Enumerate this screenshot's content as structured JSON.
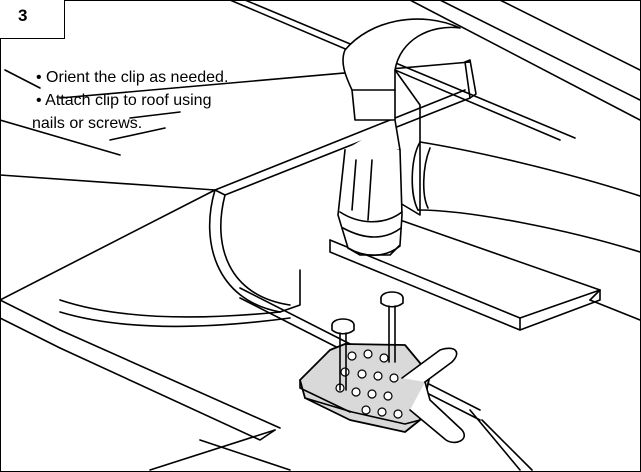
{
  "step": {
    "number": "3"
  },
  "instructions": {
    "line1": "• Orient the clip as needed.",
    "line2": "• Attach clip to roof using",
    "line3": "nails or screws."
  },
  "illustration": {
    "subjects": [
      "roof-panels",
      "gutter",
      "hammer",
      "board",
      "gutter-clip",
      "nails"
    ],
    "stroke_color": "#000000",
    "clip_fill": "#d9d9d9"
  }
}
